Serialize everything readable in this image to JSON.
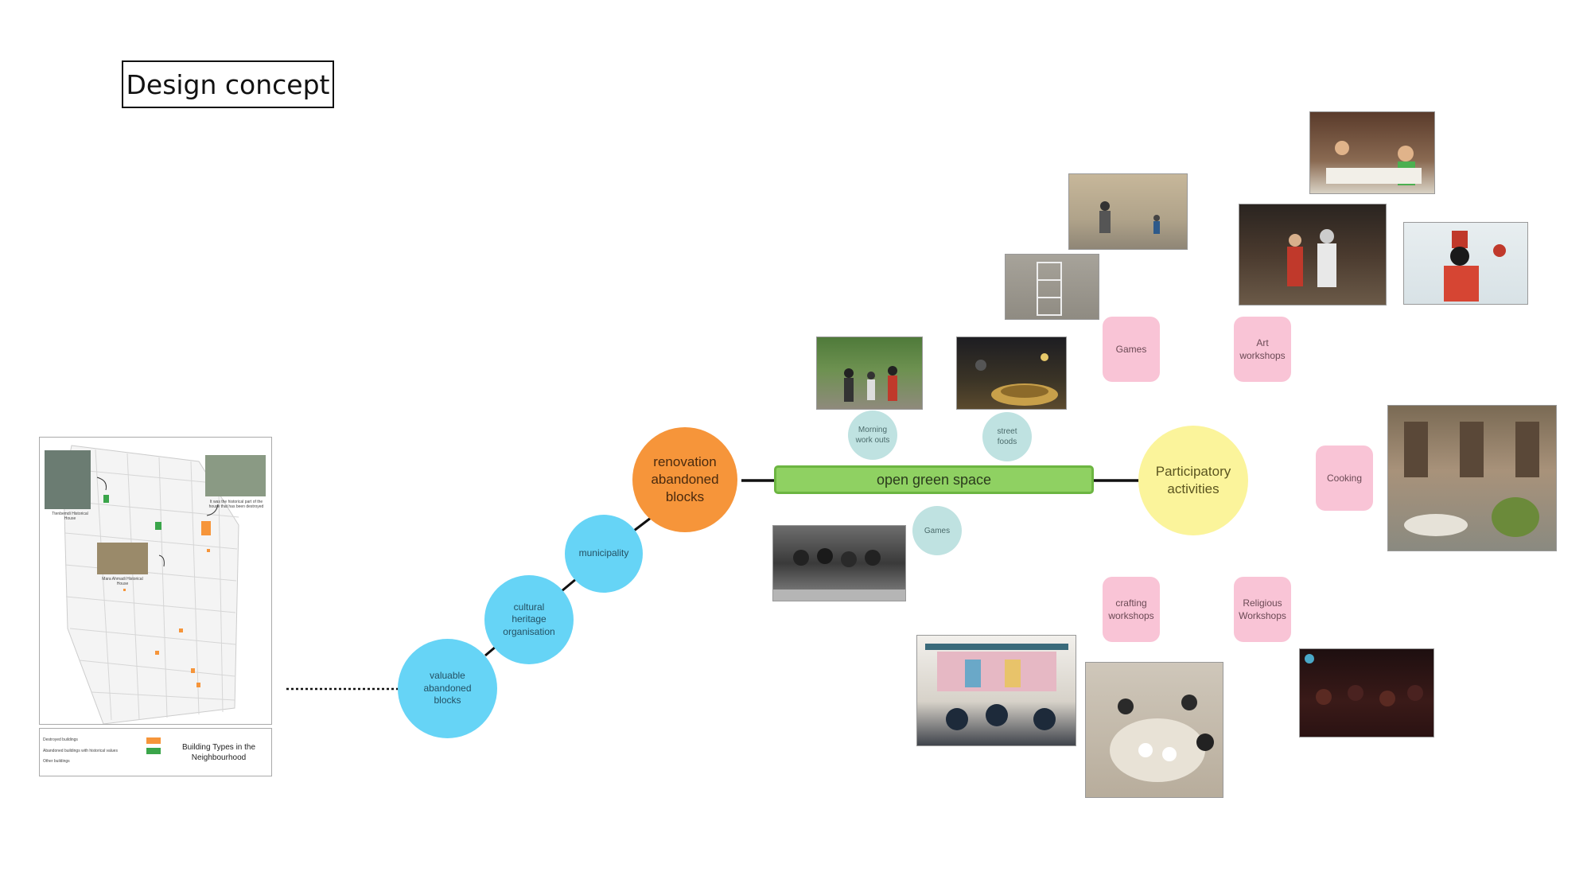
{
  "title": "Design concept",
  "map": {
    "caption_1": "Ttenbemdi Historical House",
    "caption_2": "It was the historical part of the house that has been destroyed",
    "caption_3": "Mara Ahmadi Historical House",
    "legend": {
      "items": [
        {
          "label": "Destroyed buildings",
          "color": "#f6953a"
        },
        {
          "label": "Abandoned buildings with historical values",
          "color": "#3aa54a"
        },
        {
          "label": "Other buildings",
          "color": "#ffffff"
        }
      ],
      "title": "Building Types in the Neighbourhood"
    }
  },
  "chain": {
    "valuable": "valuable abandoned blocks",
    "cultural": "cultural heritage organisation",
    "municipality": "municipality",
    "renovation": "renovation abandoned blocks"
  },
  "center": {
    "open_space": "open green space",
    "participatory": "Participatory activities"
  },
  "open_space_activities": {
    "morning": "Morning work outs",
    "street_foods": "street foods",
    "games": "Games"
  },
  "participatory_activities": {
    "games": "Games",
    "art": "Art workshops",
    "cooking": "Cooking",
    "crafting": "crafting workshops",
    "religious": "Religious Workshops"
  },
  "colors": {
    "blue": "#66d4f6",
    "orange": "#f6953a",
    "yellow": "#fbf49b",
    "green": "#8fd162",
    "teal": "#bfe2e1",
    "pink": "#f9c4d6"
  }
}
